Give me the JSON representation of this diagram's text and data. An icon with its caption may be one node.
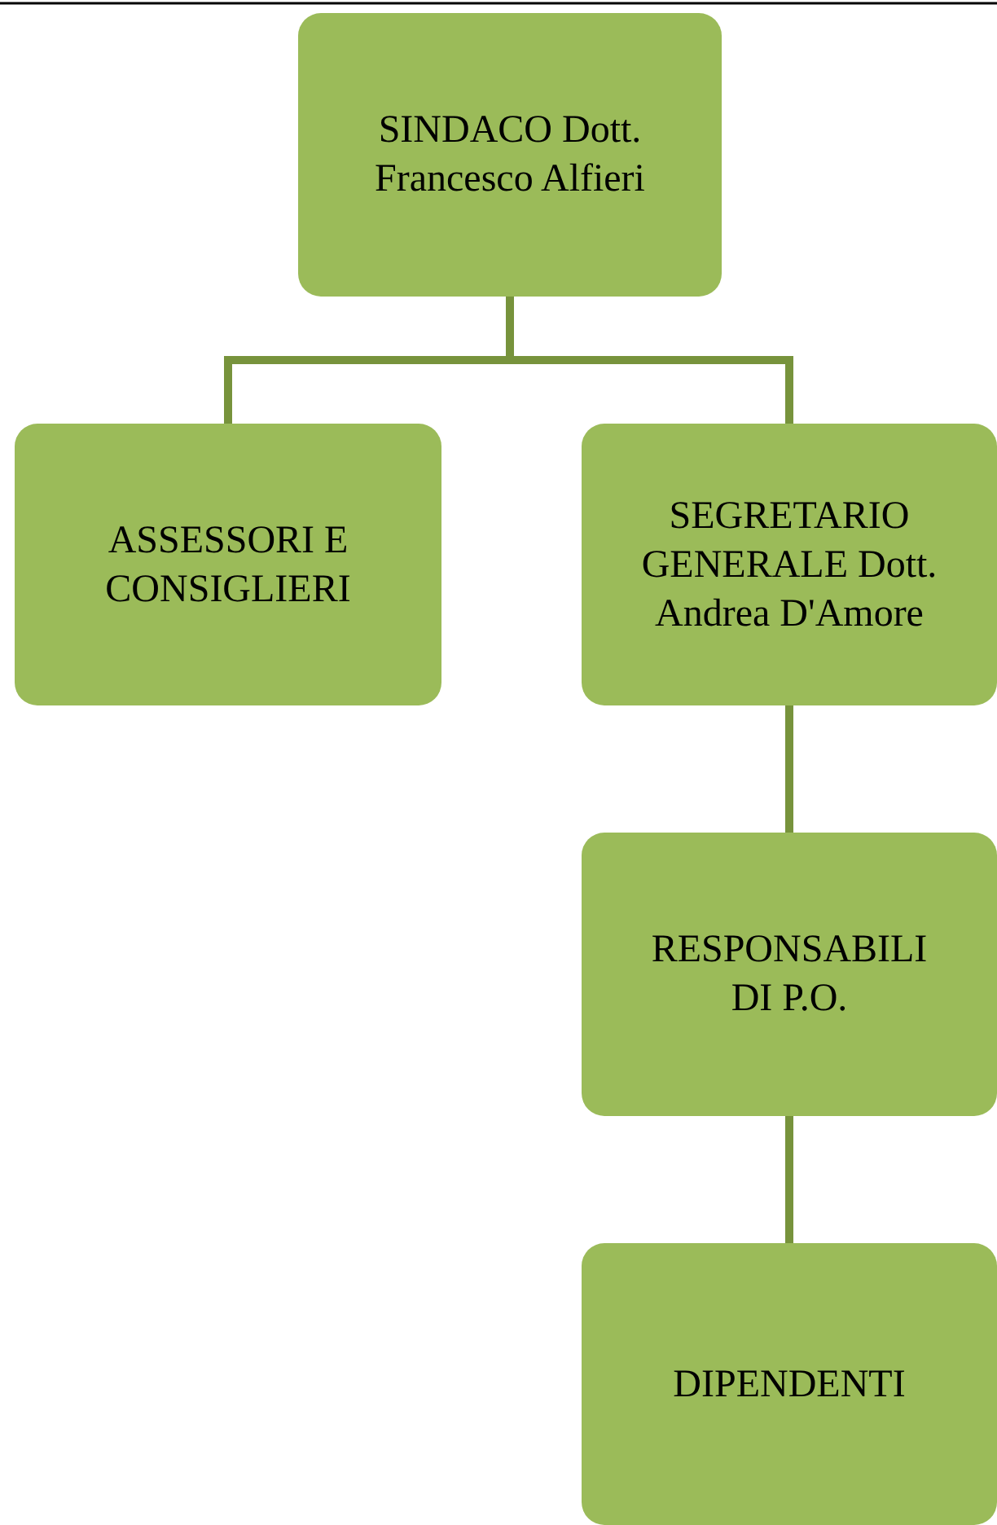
{
  "diagram": {
    "nodes": [
      {
        "text": [
          "SINDACO Dott. Francesco Alfieri"
        ]
      },
      {
        "text": [
          "ASSESSORI E CONSIGLIERI"
        ]
      },
      {
        "text": [
          "SEGRETARIO GENERALE Dott. Andrea D'Amore"
        ]
      },
      {
        "text": [
          "RESPONSABILI DI P.O."
        ]
      },
      {
        "text": [
          "DIPENDENTI"
        ]
      }
    ],
    "edges": [
      {
        "from": 0,
        "to": 1,
        "arrow": "none"
      },
      {
        "from": 0,
        "to": 2,
        "arrow": "none"
      },
      {
        "from": 2,
        "to": 3,
        "arrow": "none"
      },
      {
        "from": 3,
        "to": 4,
        "arrow": "none"
      }
    ]
  }
}
